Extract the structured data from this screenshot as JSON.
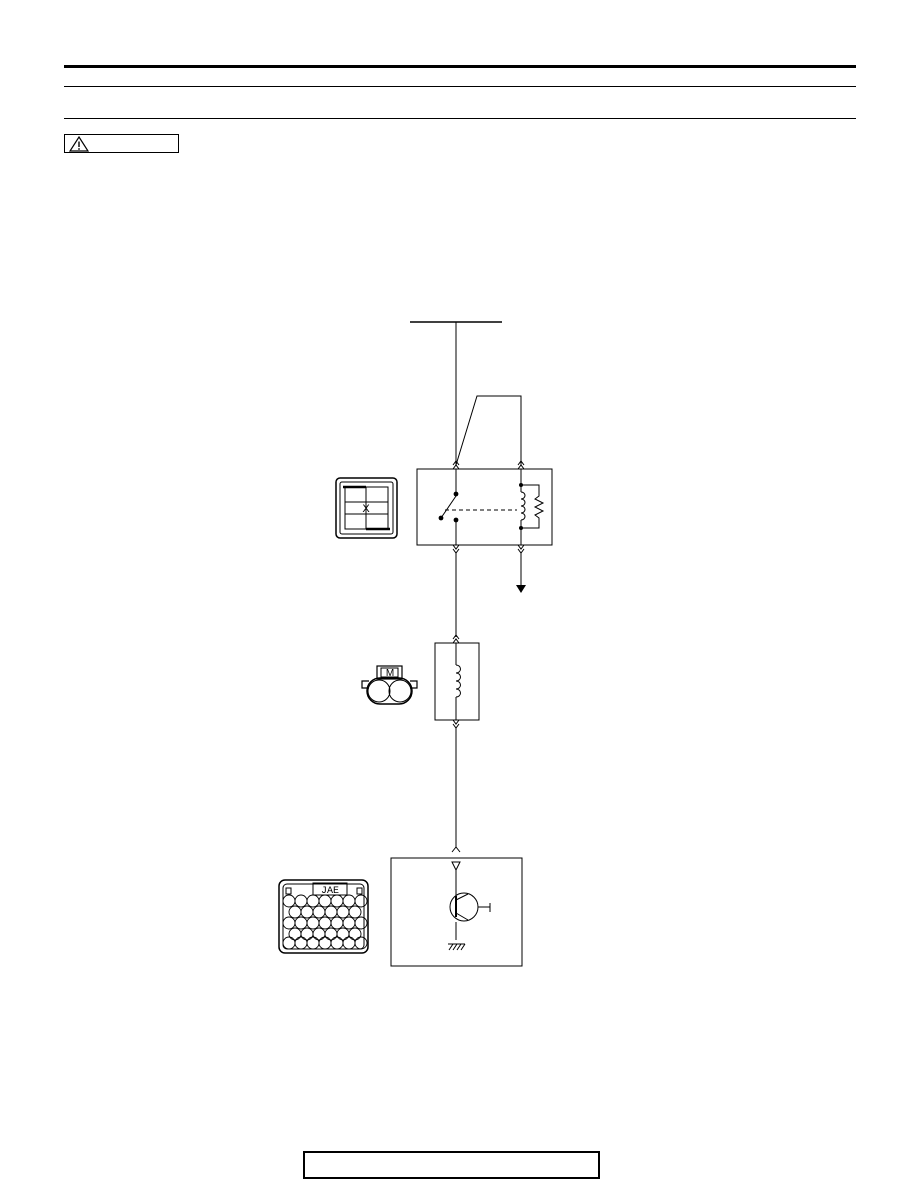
{
  "header": {
    "caution_label": ""
  },
  "footer": {
    "text": ""
  },
  "diagram": {
    "connector_ecu_label": "JAE",
    "connector_relay_label": "X",
    "connector_coil_label": "M",
    "colors": {
      "line": "#000000",
      "background": "#ffffff"
    },
    "icons": [
      "warning-icon",
      "relay-connector-icon",
      "coil-connector-icon",
      "ecu-connector-icon",
      "ground-icon",
      "transistor-icon",
      "coil-icon",
      "resistor-icon"
    ]
  }
}
